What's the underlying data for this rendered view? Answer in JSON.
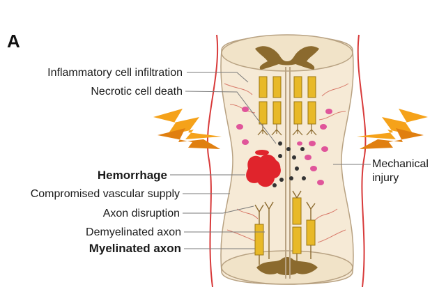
{
  "panel_letter": "A",
  "labels_left": [
    {
      "text": "Inflammatory cell infiltration",
      "bold": false
    },
    {
      "text": "Necrotic cell death",
      "bold": false
    },
    {
      "text": "Hemorrhage",
      "bold": true
    },
    {
      "text": "Compromised vascular supply",
      "bold": false
    },
    {
      "text": "Axon disruption",
      "bold": false
    },
    {
      "text": "Demyelinated axon",
      "bold": false
    },
    {
      "text": "Myelinated axon",
      "bold": true
    }
  ],
  "label_right": {
    "line1": "Mechanical",
    "line2": "injury"
  },
  "colors": {
    "tissue": "#f6ead6",
    "tissue_edge": "#b8a282",
    "grey_matter": "#8b6a2e",
    "axon": "#e8b928",
    "axon_edge": "#9a7512",
    "vessel": "#d83a3a",
    "blood": "#e0242c",
    "inflammatory_cell": "#e0559a",
    "necrotic_cell": "#333333",
    "lightning": "#f5a21a",
    "lightning_dark": "#e07f10"
  },
  "icons": [
    "lightning-bolt-left-icon",
    "lightning-bolt-right-icon"
  ]
}
